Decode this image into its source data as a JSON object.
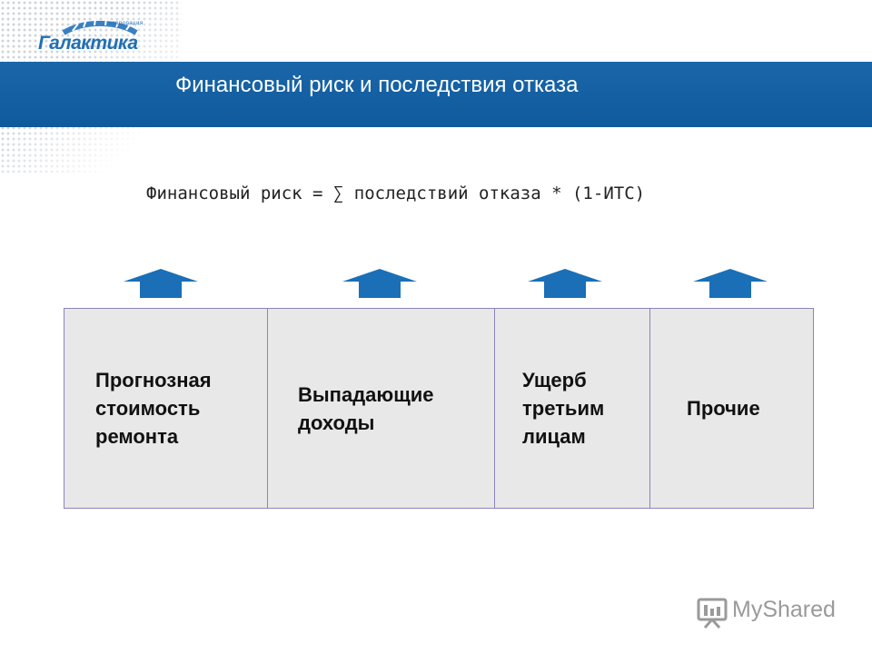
{
  "logo": {
    "brand": "Галактика",
    "small_caption": "корпорация"
  },
  "header": {
    "title": "Финансовый риск и последствия отказа"
  },
  "formula": "Финансовый риск = ∑ последствий отказа * (1-ИТС)",
  "cells": [
    {
      "label": "Прогнозная\nстоимость\nремонта"
    },
    {
      "label": "Выпадающие\nдоходы"
    },
    {
      "label": "Ущерб\nтретьим\nлицам"
    },
    {
      "label": "Прочие"
    }
  ],
  "watermark": {
    "text": "MyShared",
    "icon": "presentation-icon"
  },
  "colors": {
    "title_bar": "#1466aa",
    "arrow": "#1a6fb6",
    "cell_bg": "#e8e8e8",
    "cell_border": "#8c85b8"
  }
}
